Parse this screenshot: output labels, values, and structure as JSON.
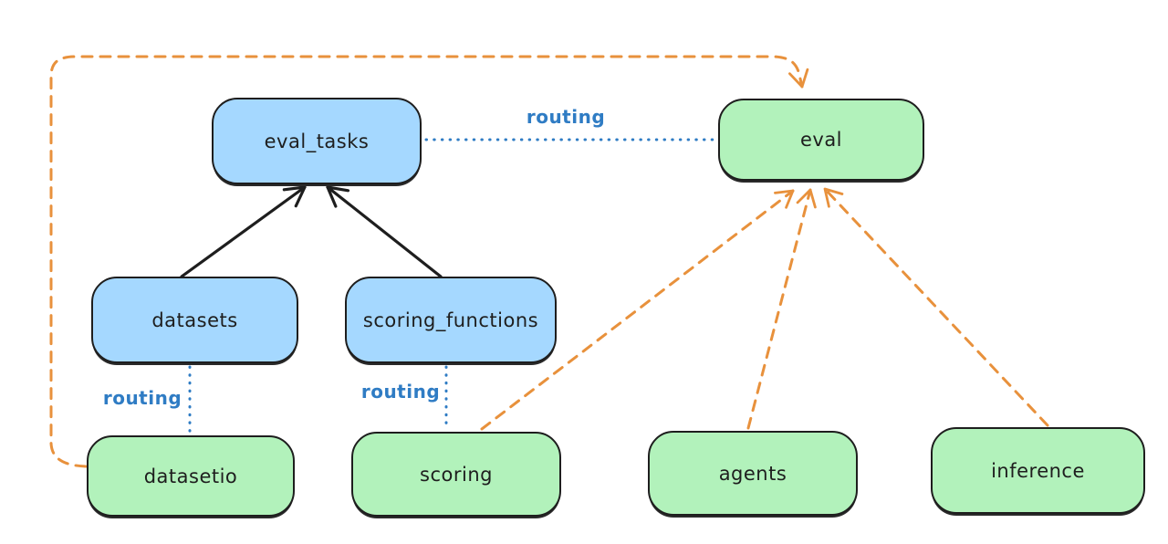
{
  "diagram": {
    "colors": {
      "background": "#ffffff",
      "blue_node_fill": "#a5d8ff",
      "green_node_fill": "#b2f2bb",
      "node_stroke": "#1e1e1e",
      "routing_blue": "#2f7cc4",
      "provider_orange": "#e8913c",
      "solid_arrow_black": "#1e1e1e"
    },
    "nodes": {
      "eval_tasks": {
        "label": "eval_tasks",
        "color": "blue"
      },
      "eval": {
        "label": "eval",
        "color": "green"
      },
      "datasets": {
        "label": "datasets",
        "color": "blue"
      },
      "scoring_functions": {
        "label": "scoring_functions",
        "color": "blue"
      },
      "datasetio": {
        "label": "datasetio",
        "color": "green"
      },
      "scoring": {
        "label": "scoring",
        "color": "green"
      },
      "agents": {
        "label": "agents",
        "color": "green"
      },
      "inference": {
        "label": "inference",
        "color": "green"
      }
    },
    "edges": [
      {
        "from": "datasets",
        "to": "eval_tasks",
        "style": "solid-arrow",
        "color": "black"
      },
      {
        "from": "scoring_functions",
        "to": "eval_tasks",
        "style": "solid-arrow",
        "color": "black"
      },
      {
        "from": "eval_tasks",
        "to": "eval",
        "style": "dotted",
        "color": "blue",
        "label": "routing"
      },
      {
        "from": "datasets",
        "to": "datasetio",
        "style": "dotted",
        "color": "blue",
        "label": "routing"
      },
      {
        "from": "scoring_functions",
        "to": "scoring",
        "style": "dotted",
        "color": "blue",
        "label": "routing"
      },
      {
        "from": "datasetio",
        "to": "eval",
        "style": "dashed-arrow",
        "color": "orange"
      },
      {
        "from": "scoring",
        "to": "eval",
        "style": "dashed-arrow",
        "color": "orange"
      },
      {
        "from": "agents",
        "to": "eval",
        "style": "dashed-arrow",
        "color": "orange"
      },
      {
        "from": "inference",
        "to": "eval",
        "style": "dashed-arrow",
        "color": "orange"
      }
    ]
  }
}
